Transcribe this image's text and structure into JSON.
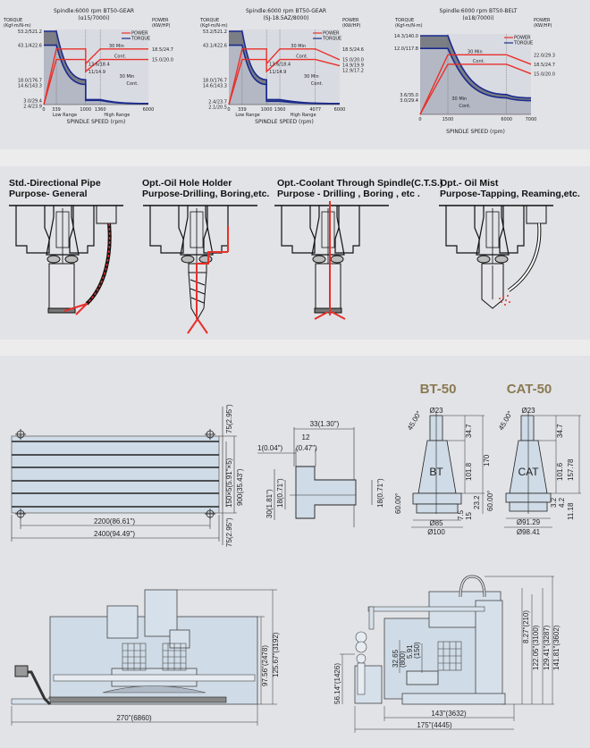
{
  "chart_data": [
    {
      "type": "line",
      "title": "Spindle:6000 rpm BT50-GEAR",
      "subtitle": "(α15/7000i)",
      "ylabel_left": [
        "TORQUE",
        "(Kgf-m/N-m)"
      ],
      "ylabel_right": [
        "POWER",
        "(KW/HP)"
      ],
      "xlabel": "SPINDLE SPEED (rpm)",
      "x_ticks": [
        "0",
        "339",
        "1000",
        "1360",
        "6000"
      ],
      "x_values": [
        0,
        339,
        1000,
        1360,
        6000
      ],
      "range_labels": [
        "Low Range",
        "High Range"
      ],
      "left_ticks": [
        "53.2/521.2",
        "43.1/422.6",
        "18.0/176.7",
        "14.6/143.3",
        "3.0/29.4",
        "2.4/23.9"
      ],
      "right_ticks": [
        "18.5/24.7",
        "15.0/20.0"
      ],
      "mid_labels": [
        "13.6/18.4",
        "11/14.9"
      ],
      "annotations": [
        "30 Min",
        "Cont.",
        "30 Min",
        "Cont."
      ],
      "legend": [
        "POWER",
        "TORQUE"
      ],
      "legend_position": "top-right",
      "xlim": [
        0,
        6000
      ],
      "series": [
        {
          "name": "POWER 30 Min",
          "x": [
            0,
            339,
            1000,
            1000,
            1360,
            6000
          ],
          "y": [
            0,
            18.5,
            18.5,
            13.6,
            18.5,
            18.5
          ]
        },
        {
          "name": "POWER Cont.",
          "x": [
            0,
            339,
            1000,
            1000,
            1360,
            6000
          ],
          "y": [
            0,
            15.0,
            15.0,
            11,
            15.0,
            15.0
          ]
        },
        {
          "name": "TORQUE 30 Min",
          "x": [
            0,
            339,
            1000,
            1000,
            1360,
            6000
          ],
          "y": [
            53.2,
            53.2,
            18.0,
            3.6,
            3.6,
            0.8
          ]
        },
        {
          "name": "TORQUE Cont.",
          "x": [
            0,
            339,
            1000,
            1000,
            1360,
            6000
          ],
          "y": [
            43.1,
            43.1,
            14.6,
            3.0,
            3.0,
            0.6
          ]
        }
      ]
    },
    {
      "type": "line",
      "title": "Spindle:6000 rpm BT50-GEAR",
      "subtitle": "(SJ-18.5AZ/8000)",
      "ylabel_left": [
        "TORQUE",
        "(Kgf-m/N-m)"
      ],
      "ylabel_right": [
        "POWER",
        "(KW/HP)"
      ],
      "xlabel": "SPINDLE SPEED (rpm)",
      "x_ticks": [
        "0",
        "339",
        "1000",
        "1360",
        "4077",
        "6000"
      ],
      "x_values": [
        0,
        339,
        1000,
        1360,
        4077,
        6000
      ],
      "range_labels": [
        "Low Range",
        "High Range"
      ],
      "left_ticks": [
        "53.2/521.2",
        "43.1/422.6",
        "18.0/176.7",
        "14.6/143.3",
        "2.4/23.7",
        "2.1/20.5"
      ],
      "right_ticks": [
        "18.5/24.6",
        "15.0/20.0",
        "14.9/19.9",
        "12.9/17.2"
      ],
      "mid_labels": [
        "13.6/18.4",
        "11/14.9"
      ],
      "annotations": [
        "30 Min",
        "Cont.",
        "30 Min",
        "Cont."
      ],
      "legend": [
        "POWER",
        "TORQUE"
      ],
      "legend_position": "top-right",
      "xlim": [
        0,
        6000
      ],
      "series": [
        {
          "name": "POWER 30 Min",
          "x": [
            0,
            339,
            1000,
            1000,
            1360,
            4077,
            6000
          ],
          "y": [
            0,
            18.5,
            18.5,
            13.6,
            18.5,
            18.5,
            14.9
          ]
        },
        {
          "name": "POWER Cont.",
          "x": [
            0,
            339,
            1000,
            1000,
            1360,
            4077,
            6000
          ],
          "y": [
            0,
            15.0,
            15.0,
            11,
            15.0,
            15.0,
            12.9
          ]
        },
        {
          "name": "TORQUE 30 Min",
          "x": [
            0,
            339,
            1000,
            1000,
            1360,
            6000
          ],
          "y": [
            53.2,
            53.2,
            18.0,
            3.6,
            3.6,
            0.8
          ]
        },
        {
          "name": "TORQUE Cont.",
          "x": [
            0,
            339,
            1000,
            1000,
            1360,
            6000
          ],
          "y": [
            43.1,
            43.1,
            14.6,
            2.4,
            2.4,
            0.6
          ]
        }
      ]
    },
    {
      "type": "line",
      "title": "Spindle:6000 rpm BT50-BELT",
      "subtitle": "(α18/7000i)",
      "ylabel_left": [
        "TORQUE",
        "(Kgf-m/N-m)"
      ],
      "ylabel_right": [
        "POWER",
        "(KW/HP)"
      ],
      "xlabel": "SPINDLE SPEED (rpm)",
      "x_ticks": [
        "0",
        "1500",
        "6000",
        "7000"
      ],
      "x_values": [
        0,
        1500,
        6000,
        7000
      ],
      "range_labels": [],
      "left_ticks": [
        "14.3/140.0",
        "12.0/117.8",
        "3.6/35.0",
        "3.0/29.4"
      ],
      "right_ticks": [
        "22.0/29.3",
        "18.5/24.7",
        "15.0/20.0"
      ],
      "mid_labels": [],
      "annotations": [
        "30 Min",
        "Cont.",
        "30 Min",
        "Cont."
      ],
      "legend": [
        "POWER",
        "TORQUE"
      ],
      "legend_position": "top-right",
      "xlim": [
        0,
        7000
      ],
      "series": [
        {
          "name": "POWER 30 Min",
          "x": [
            0,
            1500,
            6000,
            7000
          ],
          "y": [
            0,
            22.0,
            22.0,
            18.5
          ]
        },
        {
          "name": "POWER Cont.",
          "x": [
            0,
            1500,
            6000,
            7000
          ],
          "y": [
            0,
            18.5,
            18.5,
            15.0
          ]
        },
        {
          "name": "TORQUE 30 Min",
          "x": [
            0,
            1500,
            6000,
            7000
          ],
          "y": [
            14.3,
            14.3,
            3.6,
            3.0
          ]
        },
        {
          "name": "TORQUE Cont.",
          "x": [
            0,
            1500,
            6000,
            7000
          ],
          "y": [
            12.0,
            12.0,
            3.0,
            2.5
          ]
        }
      ]
    }
  ],
  "colors": {
    "power": "#e8302a",
    "torque": "#1a2a8c",
    "fill": "#b4b8c4",
    "fill_dark": "#7c7e86",
    "plot_bg": "#d9dbe2"
  },
  "coolant": [
    {
      "title": "Std.-Directional Pipe",
      "purpose": "Purpose- General"
    },
    {
      "title": "Opt.-Oil Hole Holder",
      "purpose": "Purpose-Drilling, Boring,etc."
    },
    {
      "title": "Opt.-Coolant Through Spindle(C.T.S.)",
      "purpose": "Purpose - Drilling , Boring , etc ."
    },
    {
      "title": "Opt.- Oil Mist",
      "purpose": "Purpose-Tapping, Reaming,etc."
    }
  ],
  "table_drawing": {
    "dims": [
      "75(2.95\")",
      "150×5(5.91\"×5)",
      "900(35.43\")",
      "75(2.95\")",
      "2200(86.61\")",
      "2400(94.49\")"
    ]
  },
  "tslot": {
    "dims": [
      "33(1.30\")",
      "12",
      "1(0.04\")",
      "(0.47\")",
      "30(1.81\")",
      "18(0.71\")",
      "18(0.71\")"
    ]
  },
  "tools": [
    {
      "title": "BT-50",
      "label": "BT",
      "dims": [
        "Ø23",
        "45.00°",
        "34.7",
        "101.8",
        "170",
        "60.00°",
        "23.2",
        "15",
        "7.5",
        "Ø85",
        "Ø100"
      ]
    },
    {
      "title": "CAT-50",
      "label": "CAT",
      "dims": [
        "Ø23",
        "45.00°",
        "34.7",
        "101.6",
        "157.78",
        "60.00°",
        "3.2",
        "4.2",
        "11.18",
        "Ø91.29",
        "Ø98.41"
      ]
    }
  ],
  "front_view": {
    "dims": [
      "270\"(6860)",
      "97.56\"(2478)",
      "125.67\"(3192)"
    ]
  },
  "side_view": {
    "dims": [
      "143\"(3632)",
      "175\"(4445)",
      "8.27\"(210)",
      "122.05\"(3100)",
      "129.41\"(3287)",
      "141.81\"(3602)",
      "56.14\"(1426)",
      "32.65",
      "(800)",
      "5.91",
      "(150)"
    ]
  }
}
